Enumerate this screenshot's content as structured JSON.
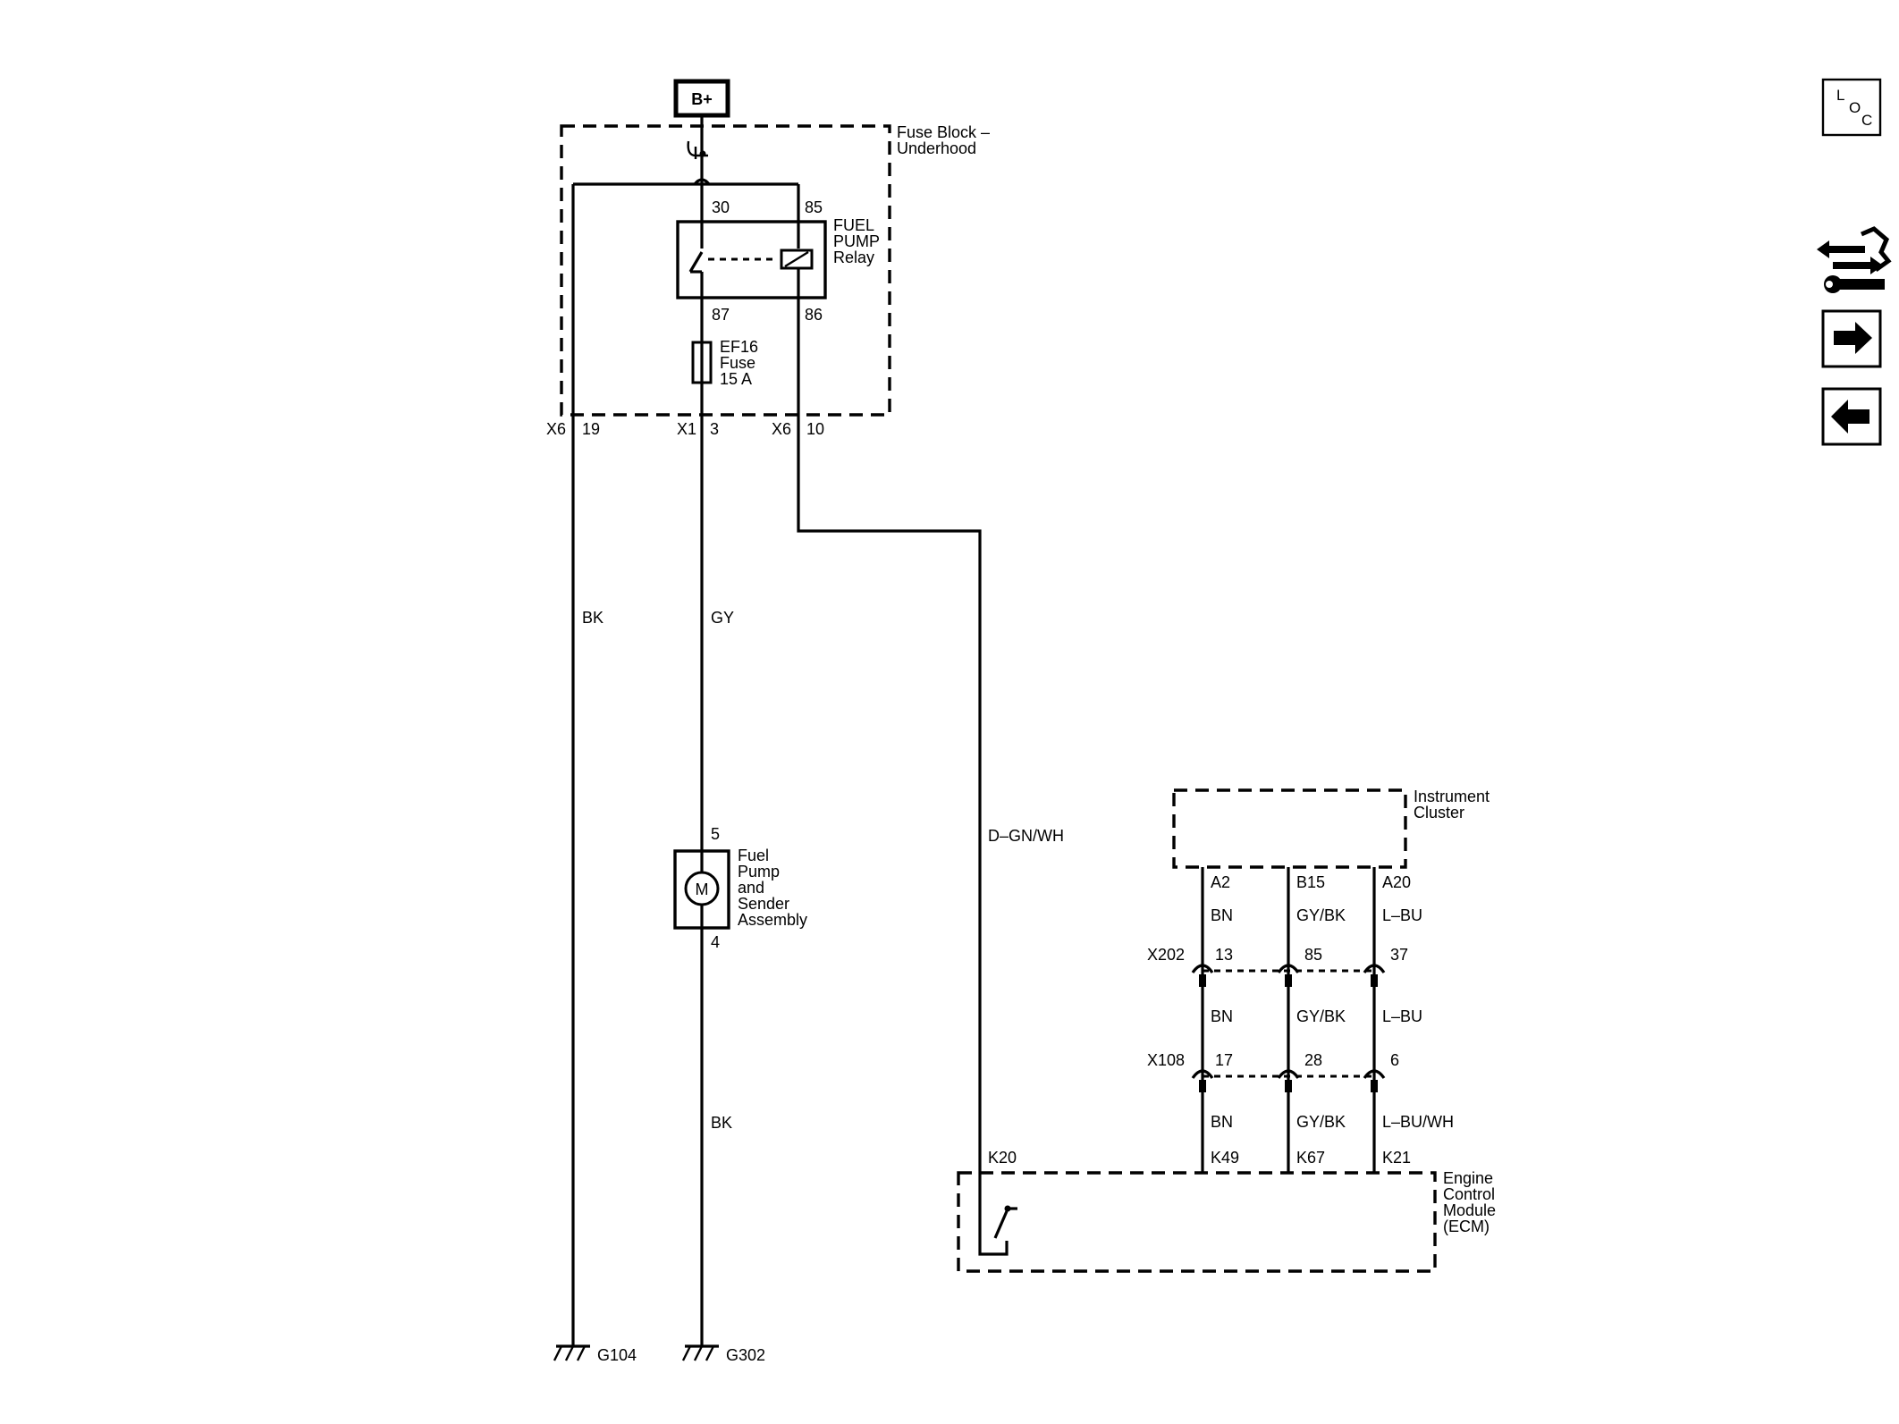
{
  "power": {
    "label": "B+"
  },
  "fuse_block": {
    "line1": "Fuse Block –",
    "line2": "Underhood"
  },
  "relay": {
    "line1": "FUEL",
    "line2": "PUMP",
    "line3": "Relay",
    "pin_30": "30",
    "pin_85": "85",
    "pin_87": "87",
    "pin_86": "86"
  },
  "fuse": {
    "line1": "EF16",
    "line2": "Fuse",
    "line3": "15 A"
  },
  "fb_connectors": {
    "left_conn": "X6",
    "left_pin": "19",
    "mid_conn": "X1",
    "mid_pin": "3",
    "right_conn": "X6",
    "right_pin": "10"
  },
  "wires": {
    "bk_left": "BK",
    "gy": "GY",
    "dgnwh": "D–GN/WH",
    "bk_pump": "BK"
  },
  "fuel_pump": {
    "pin_top": "5",
    "pin_bottom": "4",
    "motor": "M",
    "line1": "Fuel",
    "line2": "Pump",
    "line3": "and",
    "line4": "Sender",
    "line5": "Assembly"
  },
  "grounds": {
    "left": "G104",
    "right": "G302"
  },
  "instrument_cluster": {
    "line1": "Instrument",
    "line2": "Cluster",
    "pin_a2": "A2",
    "pin_b15": "B15",
    "pin_a20": "A20"
  },
  "x202": {
    "label": "X202",
    "pins": [
      "13",
      "85",
      "37"
    ],
    "wires_above": [
      "BN",
      "GY/BK",
      "L–BU"
    ]
  },
  "x108": {
    "label": "X108",
    "pins": [
      "17",
      "28",
      "6"
    ],
    "wires_above": [
      "BN",
      "GY/BK",
      "L–BU"
    ]
  },
  "ecm_wires": [
    "BN",
    "GY/BK",
    "L–BU/WH"
  ],
  "ecm": {
    "line1": "Engine",
    "line2": "Control",
    "line3": "Module",
    "line4": "(ECM)",
    "pin_k20": "K20",
    "pin_k49": "K49",
    "pin_k67": "K67",
    "pin_k21": "K21"
  },
  "nav": {
    "loc_l": "L",
    "loc_o": "O",
    "loc_c": "C",
    "icons": [
      "loc-icon",
      "connector-tools-icon",
      "arrow-right-icon",
      "arrow-left-icon"
    ]
  }
}
